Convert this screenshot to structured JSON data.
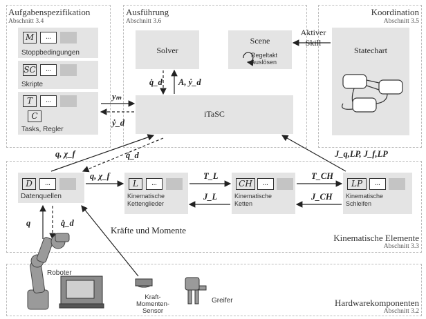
{
  "spec": {
    "title": "Aufgabenspezifikation",
    "section": "Abschnitt 3.4",
    "rows": [
      {
        "icon": "M",
        "label": "Stoppbedingungen"
      },
      {
        "icon": "SC",
        "label": "Skripte"
      },
      {
        "icon": "T",
        "icon2": "C",
        "label": "Tasks, Regler"
      }
    ]
  },
  "exec": {
    "title": "Ausführung",
    "section": "Abschnitt 3.6",
    "solver": "Solver",
    "scene": "Scene",
    "scene_sub": "Regeltakt auslösen",
    "itasc": "iTaSC"
  },
  "coord": {
    "title": "Koordination",
    "section": "Abschnitt 3.5",
    "statechart": "Statechart",
    "event": "Aktiver Skill"
  },
  "kin": {
    "title": "Kinematische Elemente",
    "section": "Abschnitt 3.3",
    "nodes": [
      {
        "icon": "D",
        "label": "Datenquellen"
      },
      {
        "icon": "L",
        "label": "Kinematische Kettenglieder"
      },
      {
        "icon": "CH",
        "label": "Kinematische Ketten"
      },
      {
        "icon": "LP",
        "label": "Kinematische Schleifen"
      }
    ],
    "forces": "Kräfte und Momente"
  },
  "hw": {
    "title": "Hardwarekomponenten",
    "section": "Abschnitt 3.2",
    "robot": "Roboter",
    "sensor": "Kraft-Momenten-Sensor",
    "gripper": "Greifer"
  },
  "ellipsis": "...",
  "math": {
    "ym": "yₘ",
    "ydot": "ẏ_d",
    "qdot": "q̇_d",
    "A": "A, ẏ_d",
    "qchi": "q, χ_f",
    "T_L": "T_L",
    "J_L": "J_L",
    "T_CH": "T_CH",
    "J_CH": "J_CH",
    "J_LP": "J_q,LP, J_f,LP",
    "q": "q"
  }
}
